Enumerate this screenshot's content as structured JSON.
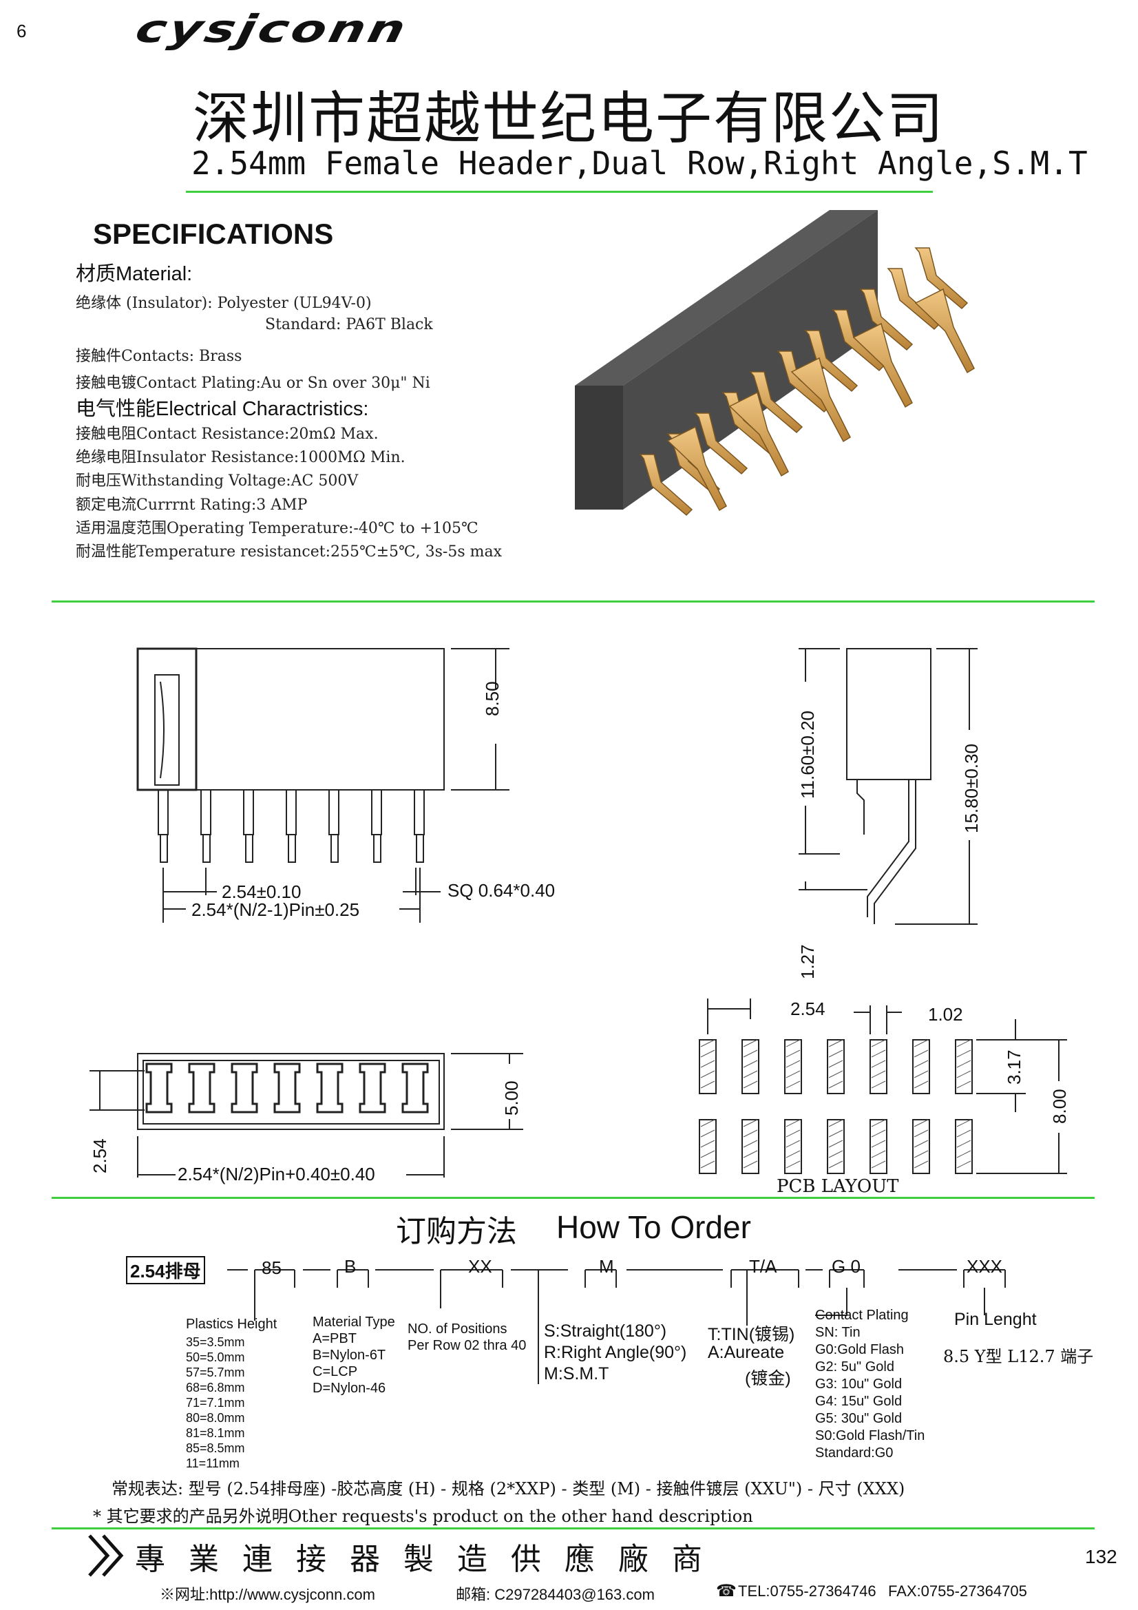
{
  "page_number_top": "6",
  "logo_text": "cysjconn",
  "company_name": "深圳市超越世纪电子有限公司",
  "product_title": "2.54mm Female Header,Dual Row,Right Angle,S.M.T",
  "specifications": {
    "heading": "SPECIFICATIONS",
    "material_label": "材质Material:",
    "insulator": "绝缘体 (Insulator):  Polyester (UL94V-0)",
    "insulator_std": "Standard: PA6T Black",
    "contacts": "接触件Contacts: Brass",
    "plating": "接触电镀Contact Plating:Au or Sn over 30μ\" Ni",
    "electrical_label": "电气性能Electrical Charactristics:",
    "contact_resistance": "接触电阻Contact Resistance:20mΩ Max.",
    "insulator_resistance": "绝缘电阻Insulator Resistance:1000MΩ Min.",
    "withstanding_voltage": "耐电压Withstanding Voltage:AC 500V",
    "current_rating": "额定电流Currrnt Rating:3 AMP",
    "operating_temp": "适用温度范围Operating Temperature:-40℃ to +105℃",
    "temp_resistance": "耐温性能Temperature resistancet:255℃±5℃, 3s-5s max"
  },
  "drawing": {
    "dim_850": "8.50",
    "dim_pitch": "2.54±0.10",
    "dim_sq": "SQ 0.64*0.40",
    "dim_n2": "2.54*(N/2-1)Pin±0.25",
    "dim_1160": "11.60±0.20",
    "dim_1580": "15.80±0.30",
    "dim_127": "1.27",
    "dim_500": "5.00",
    "dim_254_side": "2.54",
    "dim_n2_total": "2.54*(N/2)Pin+0.40±0.40",
    "pcb_254": "2.54",
    "pcb_102": "1.02",
    "pcb_317": "3.17",
    "pcb_800": "8.00",
    "pcb_label": "PCB LAYOUT"
  },
  "order": {
    "heading_cn": "订购方法",
    "heading_en": "How To Order",
    "part_prefix": "2.54排母",
    "codes": [
      "85",
      "B",
      "XX",
      "M",
      "T/A",
      "G 0",
      "XXX"
    ],
    "plastics_height_title": "Plastics Height",
    "plastics_heights": [
      "35=3.5mm",
      "50=5.0mm",
      "57=5.7mm",
      "68=6.8mm",
      "71=7.1mm",
      "80=8.0mm",
      "81=8.1mm",
      "85=8.5mm",
      "11=11mm"
    ],
    "material_type_title": "Material Type",
    "material_types": [
      "A=PBT",
      "B=Nylon-6T",
      "C=LCP",
      "D=Nylon-46"
    ],
    "positions_line1": "NO. of Positions",
    "positions_line2": "Per Row  02 thra 40",
    "types": [
      "S:Straight(180°)",
      "R:Right Angle(90°)",
      "M:S.M.T"
    ],
    "tin": "T:TIN(镀锡)",
    "aureate": "A:Aureate",
    "aureate_cn": "(镀金)",
    "plating_title": "Contact Plating",
    "platings": [
      "SN: Tin",
      "G0:Gold Flash",
      "G2:  5u\" Gold",
      "G3: 10u\" Gold",
      "G4: 15u\" Gold",
      "G5: 30u\" Gold",
      "S0:Gold Flash/Tin",
      "Standard:G0"
    ],
    "pin_length_title": "Pin Lenght",
    "pin_length_value": "8.5 Y型 L12.7 端子",
    "note_regular": "常规表达: 型号 (2.54排母座) -胶芯高度 (H) - 规格 (2*XXP) - 类型 (M) - 接触件镀层 (XXU\") - 尺寸 (XXX)",
    "note_other": "* 其它要求的产品另外说明Other requests's product on the other hand description"
  },
  "footer": {
    "slogan": "專 業 連 接 器 製 造 供 應 廠 商",
    "page_number": "132",
    "website": "※网址:http://www.cysjconn.com",
    "email": "邮箱: C297284403@163.com",
    "tel": "TEL:0755-27364746",
    "fax": "FAX:0755-27364705"
  },
  "colors": {
    "rule": "#3ecf3e",
    "pin_gold": "#d9a95a",
    "body_dark": "#4a4a4a"
  }
}
